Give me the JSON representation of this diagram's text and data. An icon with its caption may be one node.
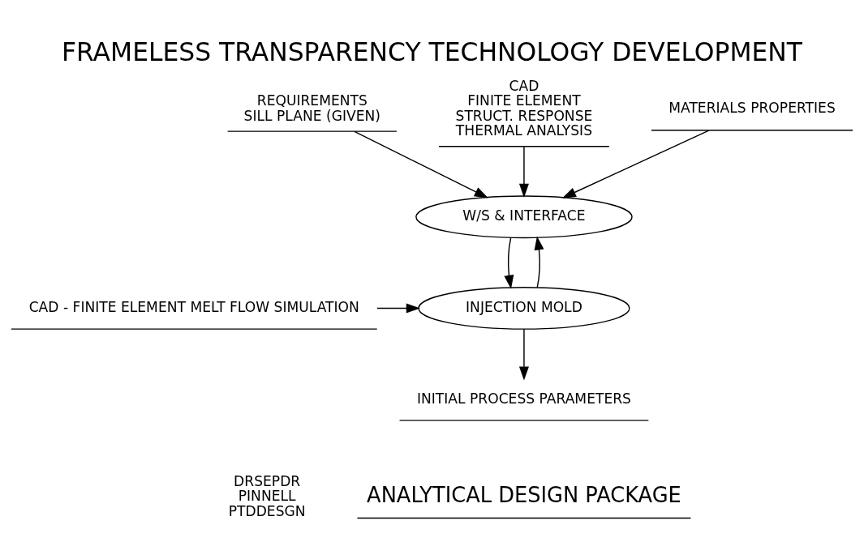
{
  "diagram": {
    "title": "FRAMELESS TRANSPARENCY TECHNOLOGY DEVELOPMENT",
    "caption": "ANALYTICAL DESIGN PACKAGE",
    "nodes": [
      {
        "text": [
          "REQUIREMENTS",
          "SILL PLANE (GIVEN)"
        ]
      },
      {
        "text": [
          "CAD",
          "FINITE ELEMENT",
          "STRUCT. RESPONSE",
          "THERMAL ANALYSIS"
        ]
      },
      {
        "text": [
          "MATERIALS PROPERTIES"
        ]
      },
      {
        "text": [
          "W/S & INTERFACE"
        ]
      },
      {
        "text": [
          "CAD - FINITE ELEMENT MELT FLOW SIMULATION"
        ]
      },
      {
        "text": [
          "INJECTION MOLD"
        ]
      },
      {
        "text": [
          "INITIAL PROCESS PARAMETERS"
        ]
      }
    ],
    "edges": [
      {
        "from": 0,
        "to": 3,
        "arrow": "to"
      },
      {
        "from": 1,
        "to": 3,
        "arrow": "to"
      },
      {
        "from": 2,
        "to": 3,
        "arrow": "to"
      },
      {
        "from": 3,
        "to": 5,
        "arrow": "to"
      },
      {
        "from": 5,
        "to": 3,
        "arrow": "to"
      },
      {
        "from": 4,
        "to": 5,
        "arrow": "to"
      },
      {
        "from": 5,
        "to": 6,
        "arrow": "to"
      }
    ],
    "labels": [
      "DRSEPDR",
      "PINNELL",
      "PTDDESGN"
    ]
  }
}
